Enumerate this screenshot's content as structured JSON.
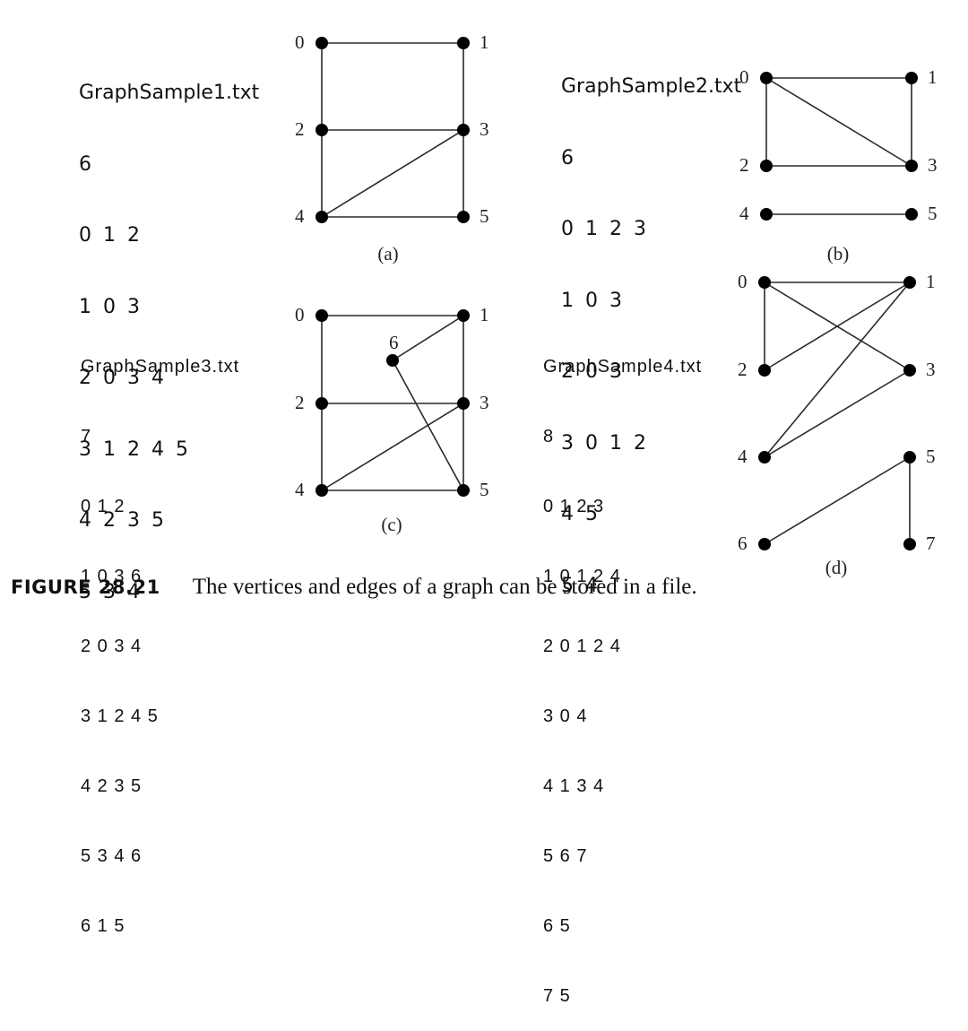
{
  "samples": [
    {
      "file": "GraphSample1.txt",
      "lines": [
        "6",
        "0 1 2",
        "1 0 3",
        "2 0 3 4",
        "3 1 2 4 5",
        "4 2 3 5",
        "5 3 4"
      ]
    },
    {
      "file": "GraphSample2.txt",
      "lines": [
        "6",
        "0 1 2 3",
        "1 0 3",
        "2 0 3",
        "3 0 1 2",
        "4 5",
        "5 4"
      ]
    },
    {
      "file": "GraphSample3.txt",
      "lines": [
        "7",
        "0 1 2",
        "1 0 3 6",
        "2 0 3 4",
        "3 1 2 4 5",
        "4 2 3 5",
        "5 3 4 6",
        "6 1 5"
      ]
    },
    {
      "file": "GraphSample4.txt",
      "lines": [
        "8",
        "0 1 2 3",
        "1 0 1 2 4",
        "2 0 1 2 4",
        "3 0 4",
        "4 1 3 4",
        "5 6 7",
        "6 5",
        "7 5"
      ]
    }
  ],
  "graphs": [
    {
      "panel_label": "(a)",
      "vertices": [
        "0",
        "1",
        "2",
        "3",
        "4",
        "5"
      ],
      "edges": [
        [
          0,
          1
        ],
        [
          0,
          2
        ],
        [
          1,
          3
        ],
        [
          2,
          3
        ],
        [
          2,
          4
        ],
        [
          3,
          4
        ],
        [
          3,
          5
        ],
        [
          4,
          5
        ]
      ]
    },
    {
      "panel_label": "(b)",
      "vertices": [
        "0",
        "1",
        "2",
        "3",
        "4",
        "5"
      ],
      "edges": [
        [
          0,
          1
        ],
        [
          0,
          2
        ],
        [
          0,
          3
        ],
        [
          1,
          3
        ],
        [
          2,
          3
        ],
        [
          4,
          5
        ]
      ]
    },
    {
      "panel_label": "(c)",
      "vertices": [
        "0",
        "1",
        "2",
        "3",
        "4",
        "5",
        "6"
      ],
      "edges": [
        [
          0,
          1
        ],
        [
          0,
          2
        ],
        [
          1,
          3
        ],
        [
          1,
          6
        ],
        [
          2,
          3
        ],
        [
          2,
          4
        ],
        [
          3,
          4
        ],
        [
          3,
          5
        ],
        [
          4,
          5
        ],
        [
          5,
          6
        ]
      ]
    },
    {
      "panel_label": "(d)",
      "vertices": [
        "0",
        "1",
        "2",
        "3",
        "4",
        "5",
        "6",
        "7"
      ],
      "edges": [
        [
          0,
          1
        ],
        [
          0,
          2
        ],
        [
          0,
          3
        ],
        [
          1,
          2
        ],
        [
          1,
          4
        ],
        [
          3,
          4
        ],
        [
          5,
          6
        ],
        [
          5,
          7
        ]
      ]
    }
  ],
  "caption": {
    "label": "FIGURE 28.21",
    "text": "The vertices and edges of a graph can be stored in a file."
  }
}
